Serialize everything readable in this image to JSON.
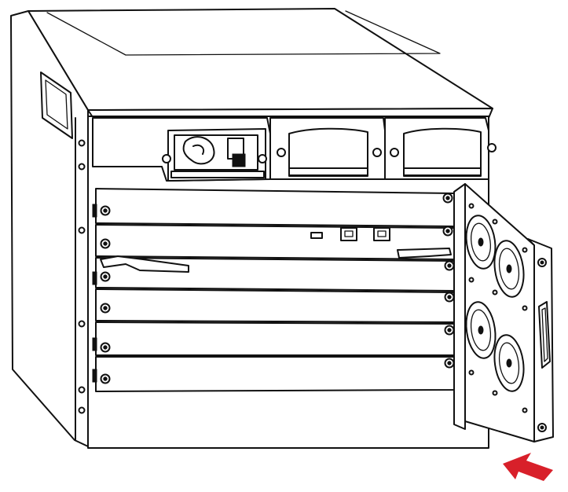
{
  "figure": {
    "subject": "modular-chassis-fan-tray-removal",
    "arrow_color": "#d8202a",
    "line_color": "#111111",
    "background": "#ffffff"
  },
  "chassis": {
    "power_supply_bays": 3,
    "line_card_slots": 6,
    "fan_count": 4,
    "front_panel_ports": [
      "usb-port",
      "ethernet-port",
      "ethernet-port"
    ]
  }
}
